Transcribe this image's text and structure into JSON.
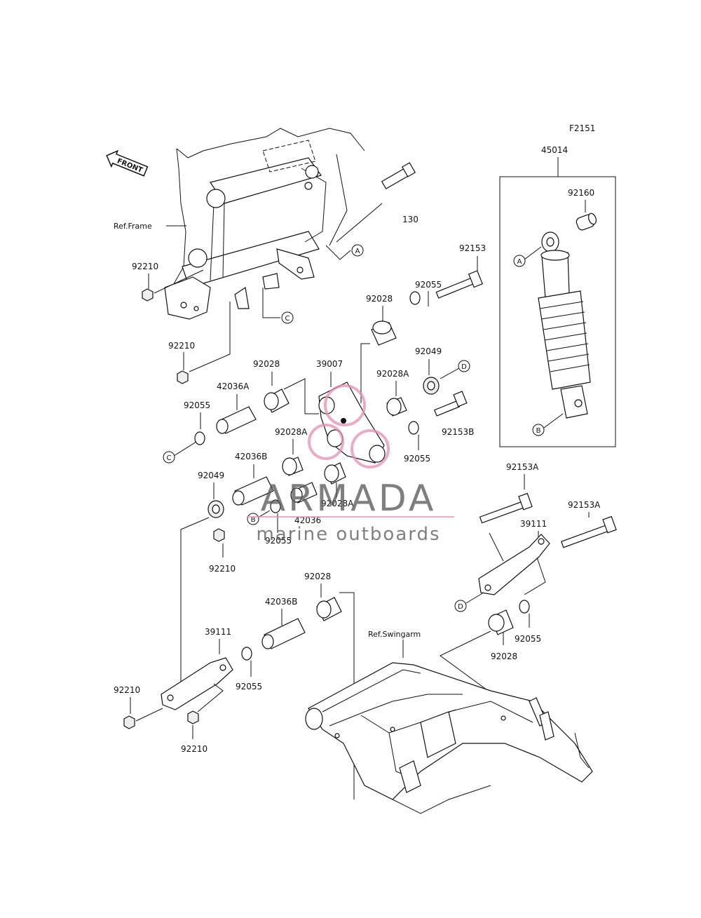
{
  "figure_code": "F2151",
  "front_label": "FRONT",
  "watermark": {
    "brand": "ARMADA",
    "tagline": "marine outboards",
    "accent_color": "#e58fb4"
  },
  "refs": {
    "frame": "Ref.Frame",
    "swingarm": "Ref.Swingarm"
  },
  "markers": [
    "A",
    "B",
    "C",
    "D"
  ],
  "parts": {
    "p45014": "45014",
    "p92160": "92160",
    "p130": "130",
    "p92153": "92153",
    "p92055": "92055",
    "p92028": "92028",
    "p92049": "92049",
    "p39007": "39007",
    "p92028A": "92028A",
    "p92153B": "92153B",
    "p42036A": "42036A",
    "p42036B": "42036B",
    "p42036": "42036",
    "p92210": "92210",
    "p92153A": "92153A",
    "p39111": "39111"
  }
}
